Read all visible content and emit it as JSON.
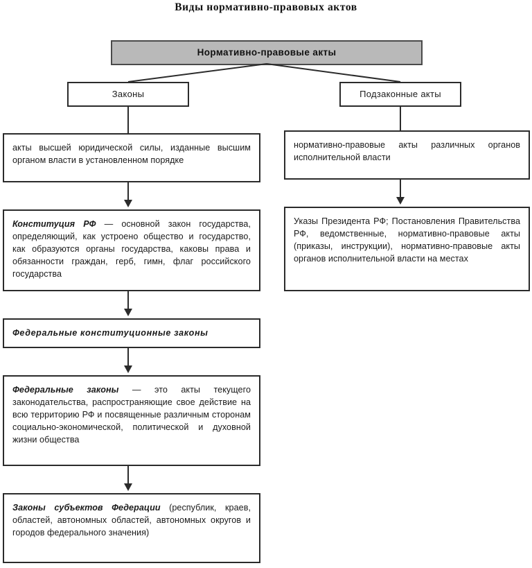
{
  "title": "Виды нормативно-правовых актов",
  "nodes": {
    "root": {
      "label": "Нормативно-правовые акты",
      "fill": "#b9b9b9"
    },
    "branch_left": {
      "label": "Законы"
    },
    "branch_right": {
      "label": "Подзаконные акты"
    },
    "left_col": [
      {
        "id": "laws-definition",
        "text": "акты высшей юридической силы, изданные высшим органом власти в установленном порядке"
      },
      {
        "id": "constitution",
        "lead": "Конституция РФ",
        "text": " — основной закон государства, определяющий, как устроено общество и государство, как образуются органы государства, каковы права и обязанности граждан, герб, гимн, флаг российского государства"
      },
      {
        "id": "federal-constitutional-laws",
        "text": "Федеральные конституционные законы"
      },
      {
        "id": "federal-laws",
        "lead": "Федеральные законы",
        "text": " — это акты текущего законодательства, распространяющие свое действие на всю территорию РФ и посвященные различным сторонам социально-экономической, политической и духовной жизни общества"
      },
      {
        "id": "subject-laws",
        "lead": "Законы субъектов Федерации",
        "text": " (республик, краев, областей, автономных областей, автономных округов и городов федерального значения)"
      }
    ],
    "right_col": [
      {
        "id": "bylaws-definition",
        "text": "нормативно-правовые акты различных органов исполнительной власти"
      },
      {
        "id": "bylaws-examples",
        "text": "Указы Президента РФ; Постановления Правительства РФ, ведомственные, нормативно-правовые акты (приказы, инструкции), нормативно-правовые акты органов исполнительной власти на местах"
      }
    ]
  },
  "colors": {
    "line": "#2b2b2b",
    "header_fill": "#b9b9b9",
    "text": "#1a1a1a",
    "background": "#ffffff"
  }
}
